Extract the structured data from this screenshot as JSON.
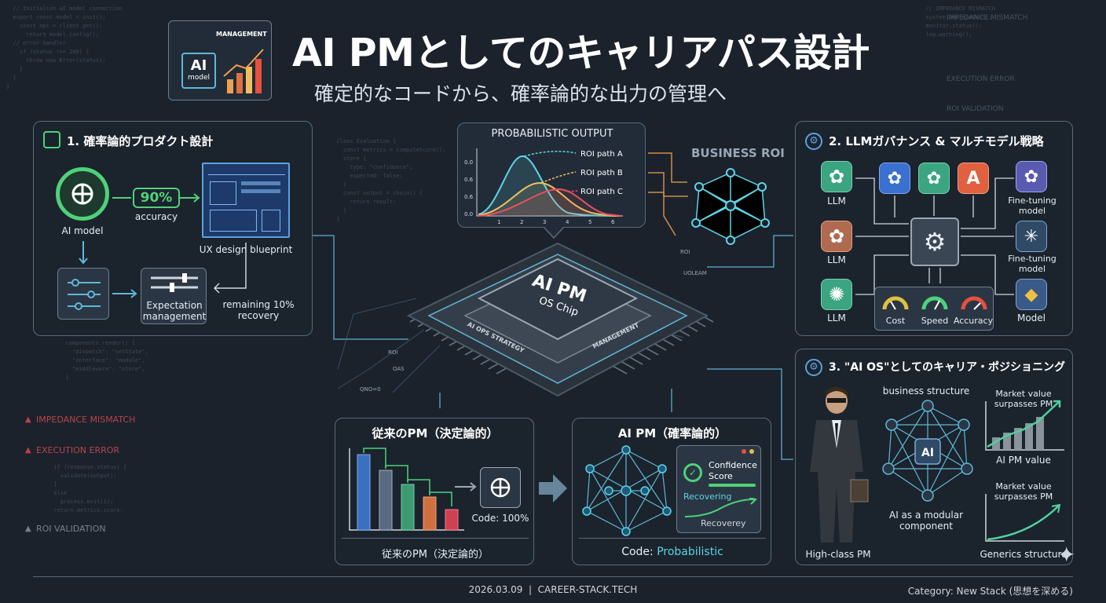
{
  "header": {
    "title": "AI PMとしてのキャリアパス設計",
    "subtitle": "確定的なコードから、確率論的な出力の管理へ",
    "logo_badge": "MANAGEMENT",
    "logo_ai": "AI",
    "logo_model": "model"
  },
  "panel1": {
    "title": "1. 確率論的プロダクト設計",
    "ai_model_label": "AI model",
    "accuracy_value": "90%",
    "accuracy_label": "accuracy",
    "ux_label": "UX design blueprint",
    "expectation_label_1": "Expectation",
    "expectation_label_2": "management",
    "remaining_label_1": "remaining 10%",
    "remaining_label_2": "recovery"
  },
  "prob_output": {
    "title": "PROBABILISTIC OUTPUT",
    "y_ticks": [
      "0.0",
      "0.6",
      "0.6",
      "0.0"
    ],
    "x_ticks": [
      "1",
      "2",
      "3",
      "4",
      "5",
      "6"
    ],
    "paths": [
      "ROI path A",
      "ROI path B",
      "ROI path C"
    ]
  },
  "business_roi": "BUSINESS ROI",
  "chip": {
    "main": "AI PM",
    "sub": "OS Chip",
    "side_left": "AI OPS STRATEGY",
    "side_right": "MANAGEMENT",
    "pin_labels": [
      "ROI",
      "OAS",
      "QNO=0",
      "ROI",
      "UOLEAM"
    ]
  },
  "panel2": {
    "title": "2. LLMガバナンス & マルチモデル戦略",
    "labels": [
      "LLM",
      "LLM",
      "LLM",
      "Fine-tuning",
      "model",
      "Fine-tuning",
      "model",
      "Model"
    ],
    "gauges": [
      "Cost",
      "Speed",
      "Accuracy"
    ]
  },
  "panel3": {
    "title": "3. \"AI OS\"としてのキャリア・ポジショニング",
    "business_structure": "business structure",
    "ai_node": "AI",
    "modular_1": "AI as a modular",
    "modular_2": "component",
    "person_label": "High-class PM",
    "market_value_1": "Market value",
    "market_value_2": "surpasses PM",
    "ai_pm_value": "AI PM value",
    "market_value_3": "Market value",
    "market_value_4": "surpasses PM",
    "generics": "Generics structure"
  },
  "trad_pm": {
    "title": "従来のPM（決定論的）",
    "code_label": "Code: 100%",
    "footer": "従来のPM（決定論的）"
  },
  "ai_pm": {
    "title": "AI PM（確率論的）",
    "confidence_1": "Confidence",
    "confidence_2": "Score",
    "recovering": "Recovering",
    "recoverey": "Recoverey",
    "code_prefix": "Code: ",
    "code_value": "Probabilistic"
  },
  "left_errors": [
    "IMPEDANCE MISMATCH",
    "EXECUTION ERROR",
    "ROI VALIDATION"
  ],
  "right_errors": [
    "IMPEDANCE MISMATCH",
    "EXECUTION ERROR",
    "ROI VALIDATION"
  ],
  "footer": {
    "date_site": "2026.03.09  |  CAREER-STACK.TECH",
    "category": "Category: New Stack (思想を深める)"
  },
  "colors": {
    "accent_green": "#4fd17a",
    "accent_cyan": "#5fd4e6",
    "panel_border": "#5a6a7c",
    "background": "#1b222c",
    "orange": "#f0a050"
  }
}
